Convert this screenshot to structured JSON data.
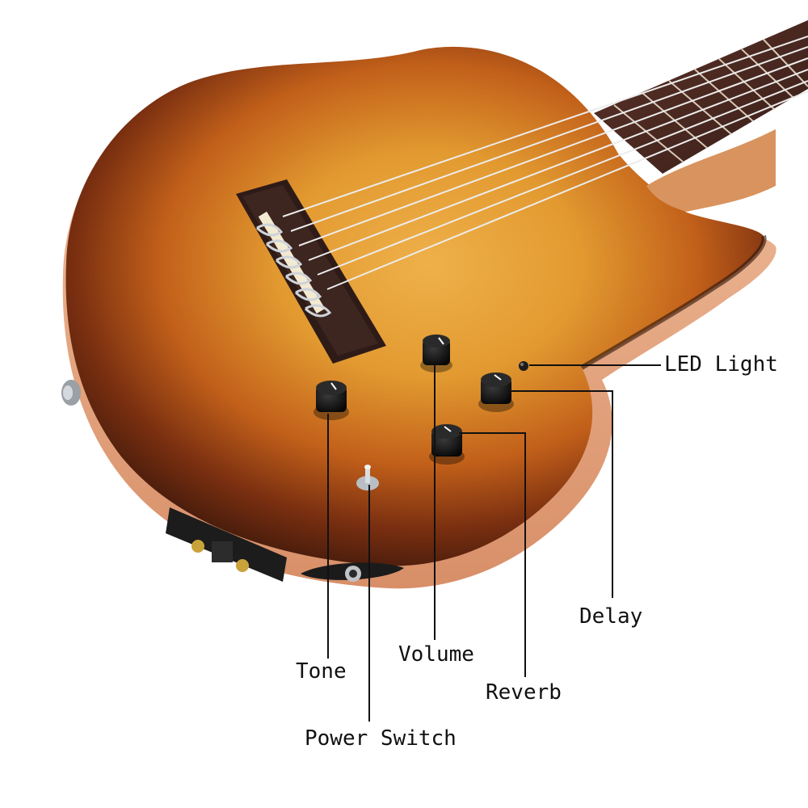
{
  "callouts": {
    "led_light": "LED Light",
    "delay": "Delay",
    "volume": "Volume",
    "tone": "Tone",
    "reverb": "Reverb",
    "power_switch": "Power Switch"
  },
  "colors": {
    "background": "#ffffff",
    "sunburst_center": "#e9a43a",
    "sunburst_mid": "#c8671a",
    "sunburst_edge": "#3d1a0c",
    "binding": "#e8b08c",
    "fretboard": "#4a2a22",
    "knob": "#151515",
    "leader_line": "#111111"
  },
  "icons": {
    "knob": "rotary-knob-icon",
    "toggle": "toggle-switch-icon",
    "jack": "output-jack-icon",
    "led": "led-dot-icon"
  }
}
